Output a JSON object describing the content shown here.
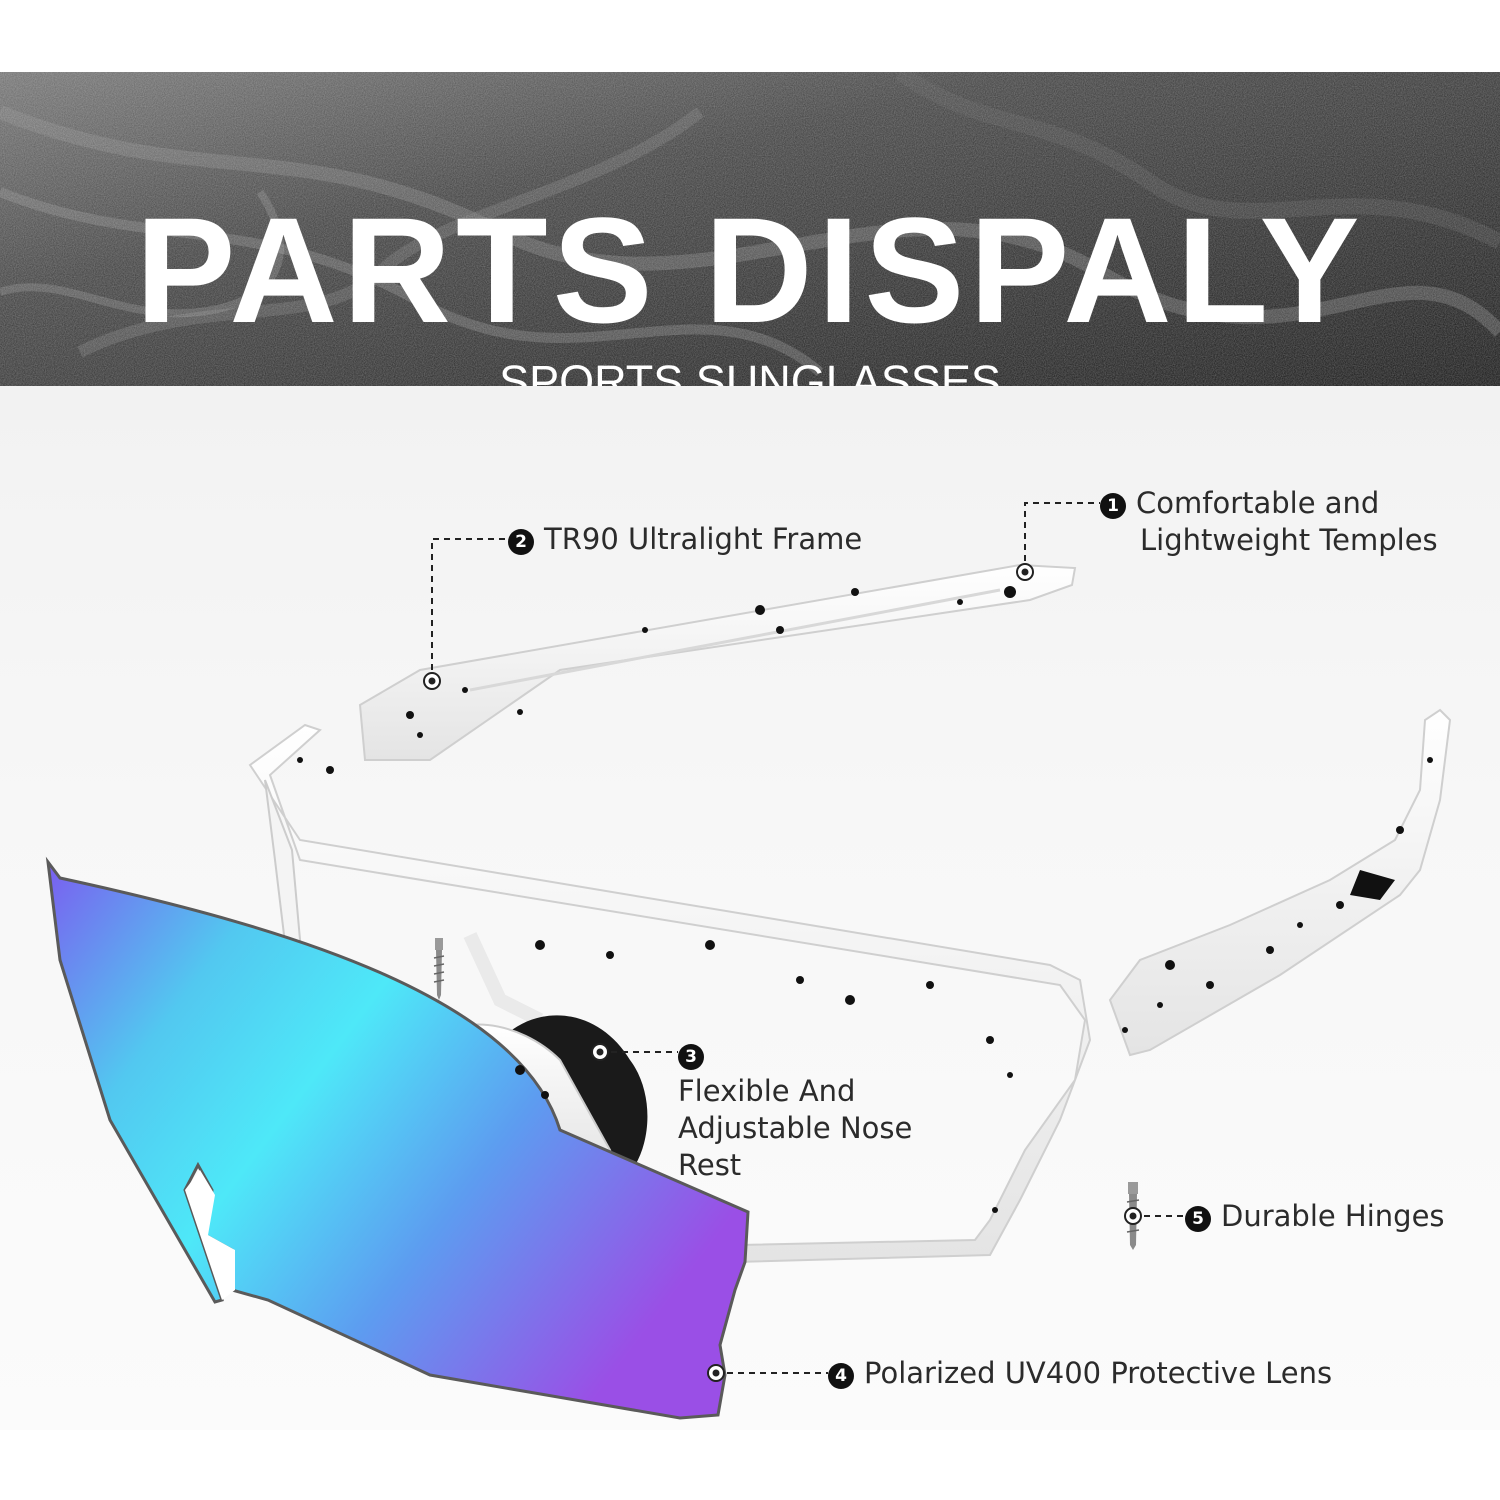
{
  "header": {
    "title": "PARTS DISPALY",
    "subtitle": "SPORTS SUNGLASSES"
  },
  "callouts": [
    {
      "number": "1",
      "lines": [
        "Comfortable and",
        "Lightweight Temples"
      ]
    },
    {
      "number": "2",
      "lines": [
        "TR90 Ultralight Frame"
      ]
    },
    {
      "number": "3",
      "lines": [
        "Flexible And",
        "Adjustable Nose",
        "Rest"
      ]
    },
    {
      "number": "4",
      "lines": [
        "Polarized UV400 Protective Lens"
      ]
    },
    {
      "number": "5",
      "lines": [
        "Durable Hinges"
      ]
    }
  ],
  "colors": {
    "banner_dark": "#1a1a1a",
    "frame": "#ffffff",
    "speckle": "#111111",
    "lens_cyan": "#4fe6f5",
    "lens_violet": "#8a55e8"
  }
}
